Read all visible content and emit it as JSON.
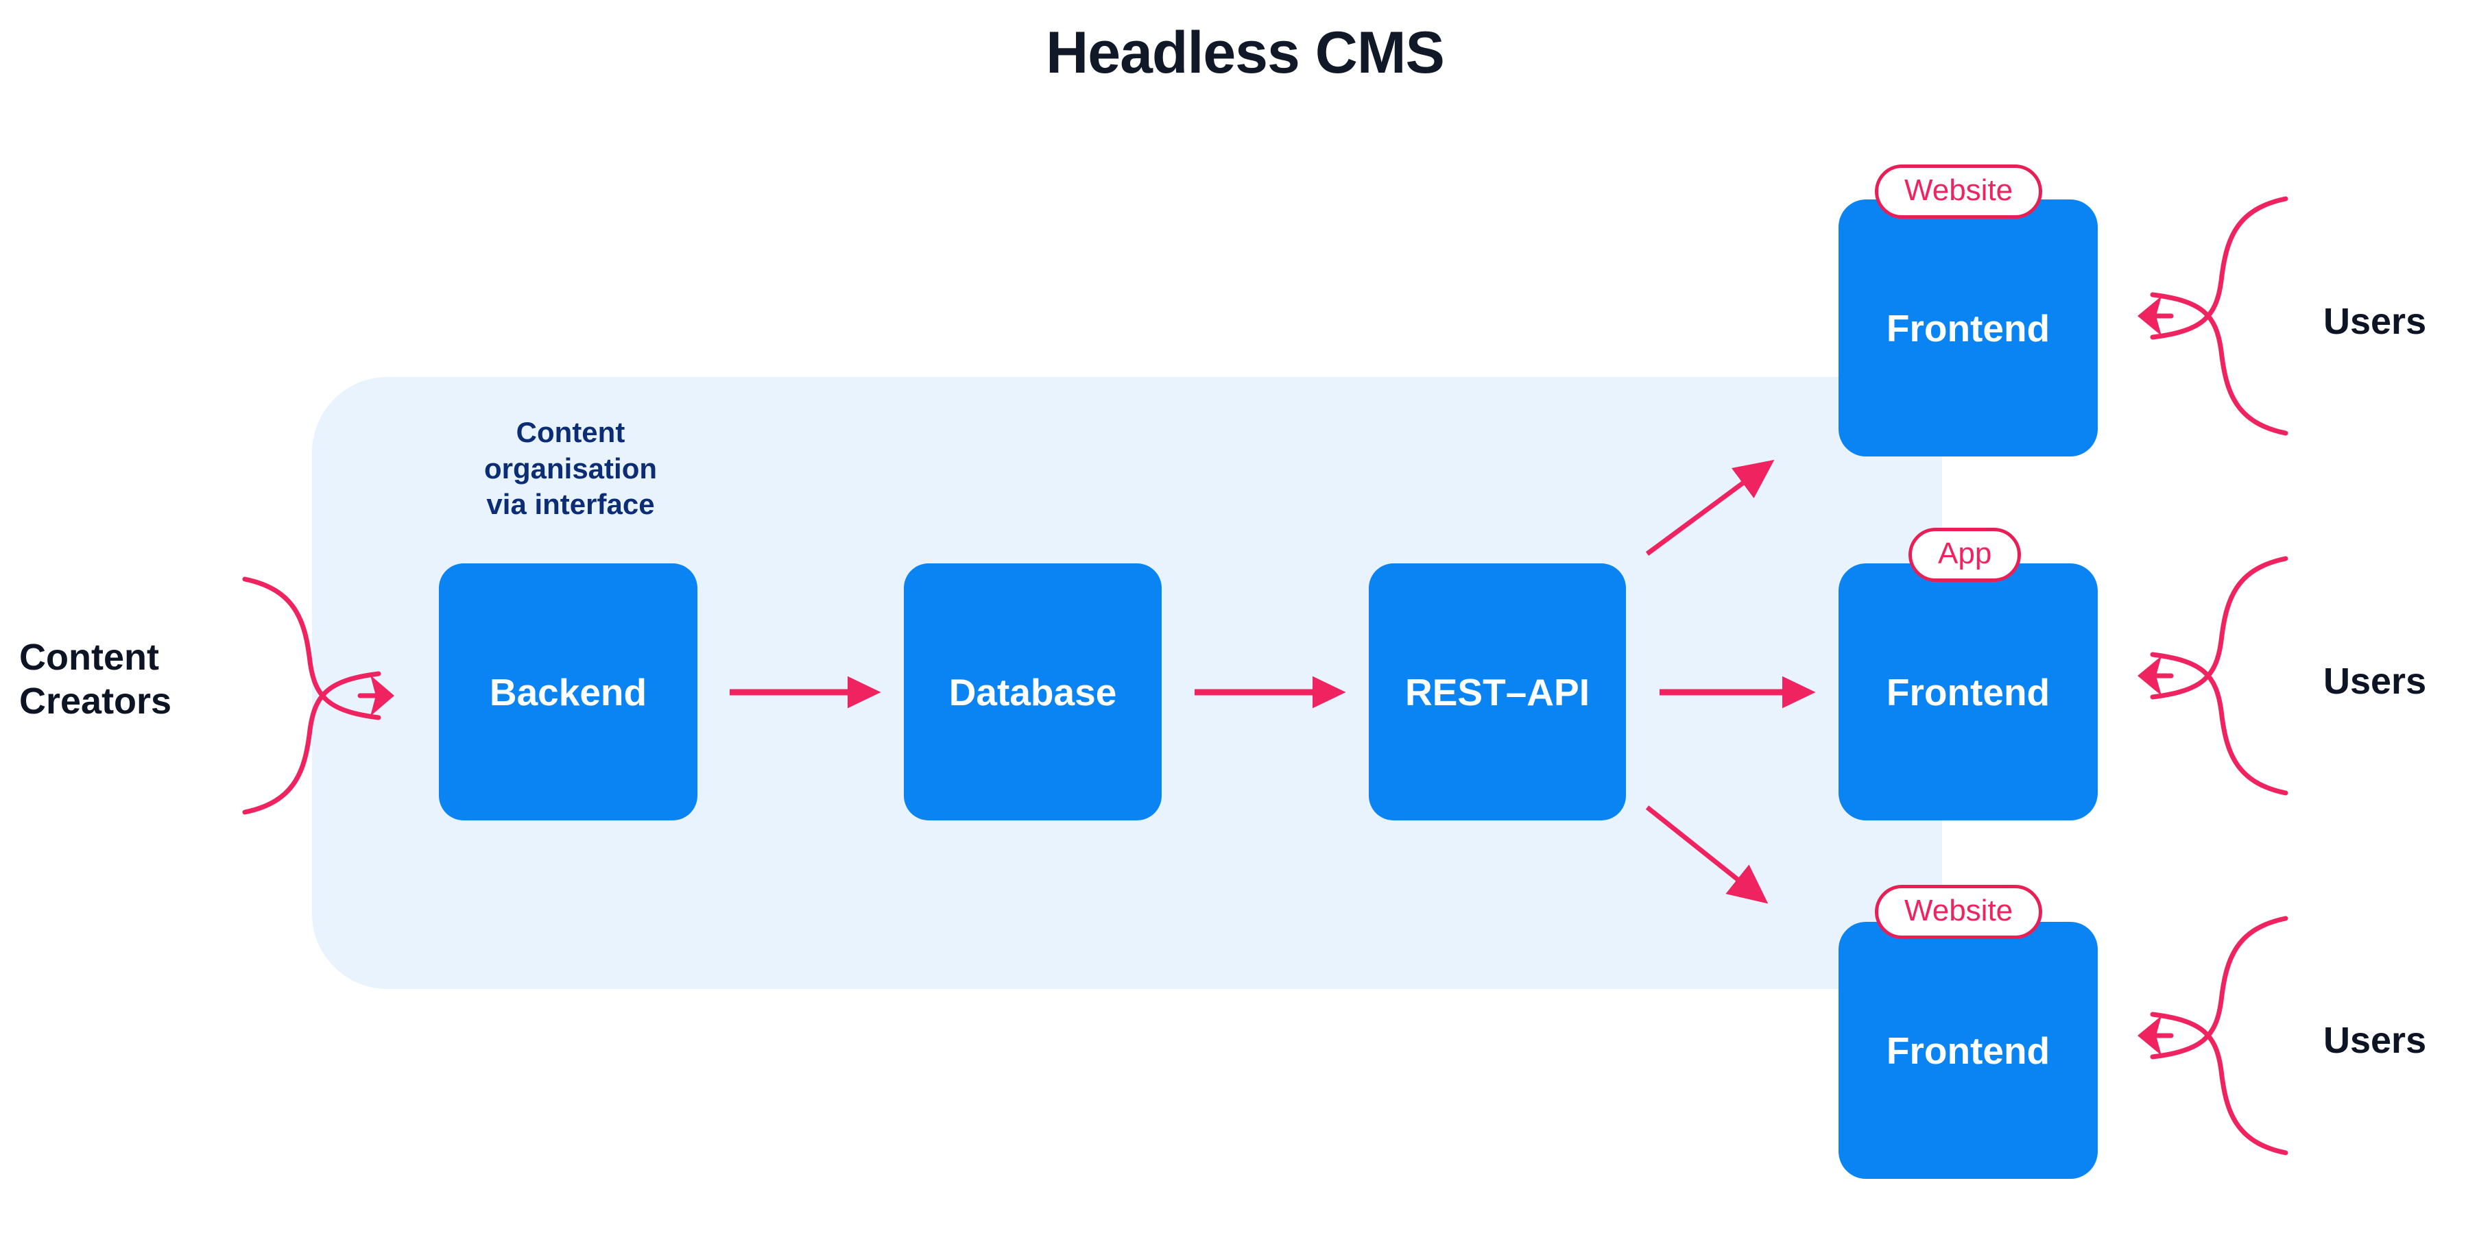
{
  "page": {
    "title": "Headless CMS",
    "background": "#ffffff"
  },
  "colors": {
    "accent_blue": "#0b84f3",
    "panel_blue": "#e8f3fd",
    "accent_pink": "#ee2360",
    "text_navy": "#0d1424",
    "note_navy": "#0c2d73",
    "node_text": "#ffffff"
  },
  "cms_panel": {
    "name": "headless-cms-region"
  },
  "note": {
    "text": "Content organisation via interface"
  },
  "nodes": [
    {
      "id": "backend",
      "label": "Backend"
    },
    {
      "id": "database",
      "label": "Database"
    },
    {
      "id": "restapi",
      "label": "REST–API"
    }
  ],
  "frontends": [
    {
      "id": "frontend-website-top",
      "label": "Frontend",
      "badge": "Website"
    },
    {
      "id": "frontend-app-middle",
      "label": "Frontend",
      "badge": "App"
    },
    {
      "id": "frontend-website-bottom",
      "label": "Frontend",
      "badge": "Website"
    }
  ],
  "actors": {
    "left": {
      "line1": "Content",
      "line2": "Creators"
    },
    "right": [
      {
        "label": "Users"
      },
      {
        "label": "Users"
      },
      {
        "label": "Users"
      }
    ]
  },
  "flow": {
    "arrows": [
      {
        "from": "content-creators",
        "to": "backend",
        "direction": "right"
      },
      {
        "from": "backend",
        "to": "database",
        "direction": "right"
      },
      {
        "from": "database",
        "to": "restapi",
        "direction": "right"
      },
      {
        "from": "restapi",
        "to": "frontend-website-top",
        "direction": "up-right"
      },
      {
        "from": "restapi",
        "to": "frontend-app-middle",
        "direction": "right"
      },
      {
        "from": "restapi",
        "to": "frontend-website-bottom",
        "direction": "down-right"
      },
      {
        "from": "users-1",
        "to": "frontend-website-top",
        "direction": "left"
      },
      {
        "from": "users-2",
        "to": "frontend-app-middle",
        "direction": "left"
      },
      {
        "from": "users-3",
        "to": "frontend-website-bottom",
        "direction": "left"
      }
    ]
  }
}
